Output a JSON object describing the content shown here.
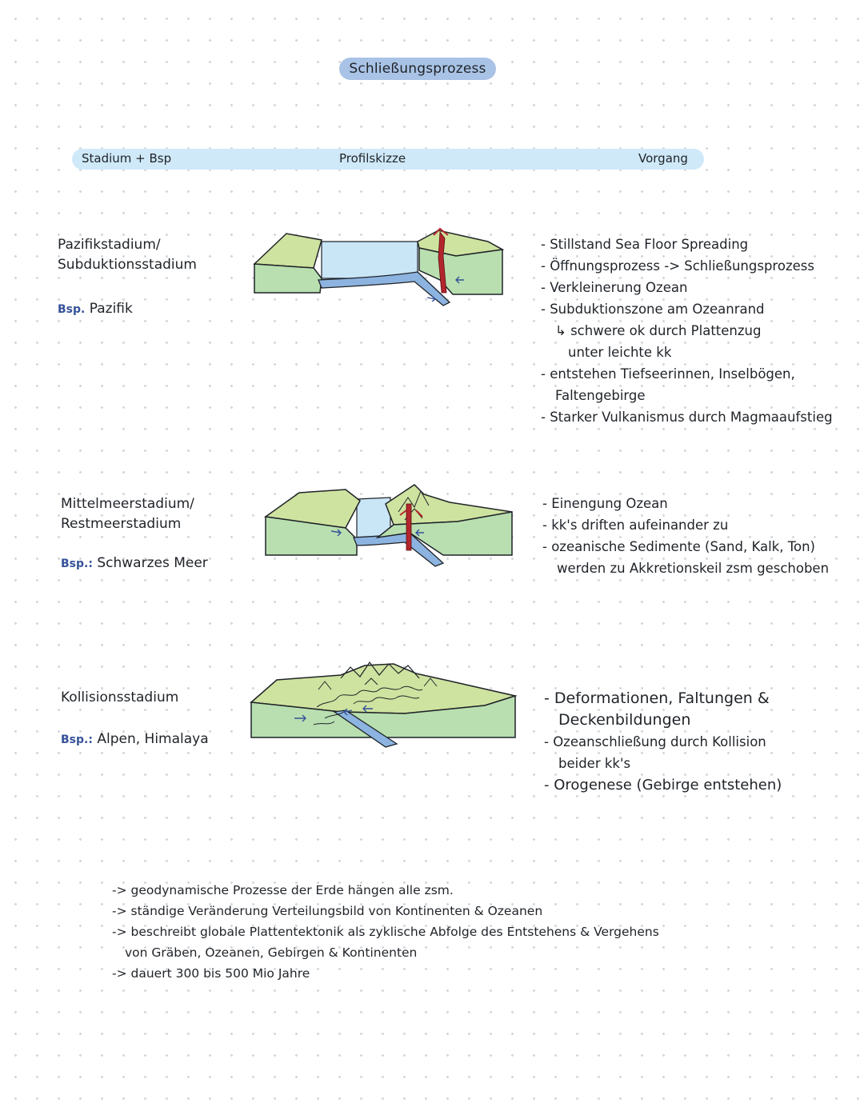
{
  "title": "Schließungsprozess",
  "header": {
    "stage": "Stadium + Bsp",
    "profile": "Profilskizze",
    "process": "Vorgang"
  },
  "stages": [
    {
      "name_line1": "Pazifikstadium/",
      "name_line2": "Subduktionsstadium",
      "example_prefix": "Bsp.",
      "example": "Pazifik",
      "process": [
        "- Stillstand Sea Floor Spreading",
        "- Öffnungsprozess -> Schließungsprozess",
        "- Verkleinerung Ozean",
        "- Subduktionszone am Ozeanrand",
        "↳ schwere ok durch Plattenzug",
        "unter leichte kk",
        "- entstehen Tiefseerinnen, Inselbögen,",
        "Faltengebirge",
        "- Starker Vulkanismus durch Magmaaufstieg"
      ]
    },
    {
      "name_line1": "Mittelmeerstadium/",
      "name_line2": "Restmeerstadium",
      "example_prefix": "Bsp.:",
      "example": "Schwarzes Meer",
      "process": [
        "- Einengung Ozean",
        "- kk's driften aufeinander zu",
        "- ozeanische Sedimente (Sand, Kalk, Ton)",
        "werden zu Akkretionskeil zsm geschoben"
      ]
    },
    {
      "name_line1": "Kollisionsstadium",
      "name_line2": "",
      "example_prefix": "Bsp.:",
      "example": "Alpen, Himalaya",
      "process": [
        "- Deformationen, Faltungen &",
        "Deckenbildungen",
        "- Ozeanschließung durch Kollision",
        "beider kk's",
        "- Orogenese (Gebirge entstehen)"
      ]
    }
  ],
  "summary": [
    "-> geodynamische Prozesse der Erde hängen alle zsm.",
    "-> ständige Veränderung Verteilungsbild von Kontinenten & Ozeanen",
    "-> beschreibt globale Plattentektonik als zyklische Abfolge des Entstehens & Vergehens",
    "von Gräben, Ozeanen, Gebirgen & Kontinenten",
    "-> dauert 300 bis 500 Mio Jahre"
  ],
  "colors": {
    "title_pill": "#a9c3e6",
    "header_bar": "#cfe9f8",
    "land_top": "#cfe3a0",
    "land_side": "#b9dfb0",
    "water": "#c9e6f7",
    "plate": "#8db4e0",
    "magma": "#b3262d",
    "bsp_blue": "#35529a"
  }
}
